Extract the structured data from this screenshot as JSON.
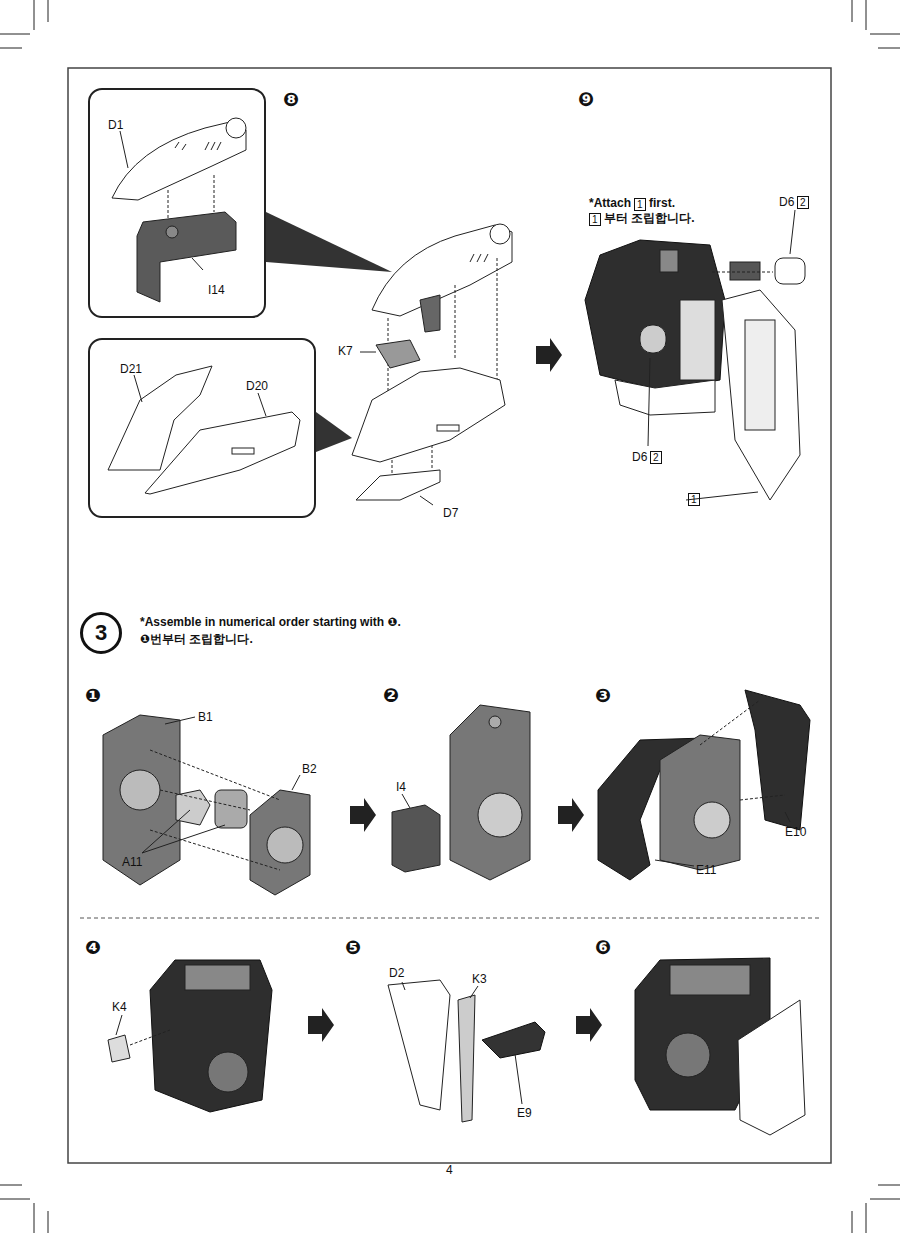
{
  "diagram": {
    "nodes": [
      {
        "text": [
          "D1",
          "I14"
        ]
      },
      {
        "text": [
          "D21",
          "D20"
        ]
      },
      {
        "text": [
          "3"
        ]
      }
    ],
    "labels": [
      "❽",
      "❾",
      "K7",
      "D7",
      "*Attach",
      "1",
      "first.",
      "1",
      "부터 조립합니다.",
      "D6",
      "2",
      "D6",
      "2",
      "1",
      "*Assemble in numerical order starting with ❶.",
      "❶번부터 조립합니다.",
      "❶",
      "B1",
      "B2",
      "A11",
      "❷",
      "I4",
      "❸",
      "E10",
      "E11",
      "❹",
      "K4",
      "❺",
      "D2",
      "K3",
      "E9",
      "❻",
      "4"
    ]
  }
}
